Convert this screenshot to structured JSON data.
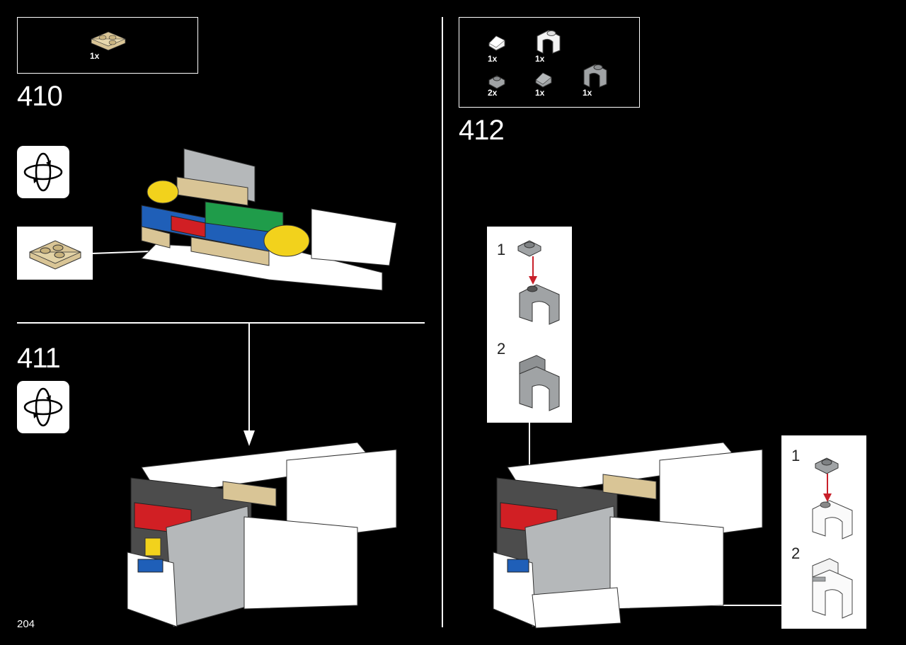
{
  "page": {
    "number": "204"
  },
  "steps": [
    {
      "number": "410",
      "parts": [
        {
          "qty": "1x",
          "icon": "tan-corner-plate-icon"
        }
      ]
    },
    {
      "number": "411"
    },
    {
      "number": "412",
      "parts": [
        {
          "qty": "1x",
          "icon": "white-slope-icon"
        },
        {
          "qty": "1x",
          "icon": "white-curved-slope-icon"
        },
        {
          "qty": "2x",
          "icon": "grey-plate-1x1-icon"
        },
        {
          "qty": "1x",
          "icon": "grey-slope-icon"
        },
        {
          "qty": "1x",
          "icon": "grey-curved-slope-icon"
        }
      ]
    }
  ],
  "callouts": {
    "grey": {
      "sub1": "1",
      "sub2": "2"
    },
    "white": {
      "sub1": "1",
      "sub2": "2"
    }
  },
  "colors": {
    "background": "#000000",
    "arrow_red": "#c8202a",
    "tan": "#d9c596",
    "grey": "#a0a3a5"
  }
}
